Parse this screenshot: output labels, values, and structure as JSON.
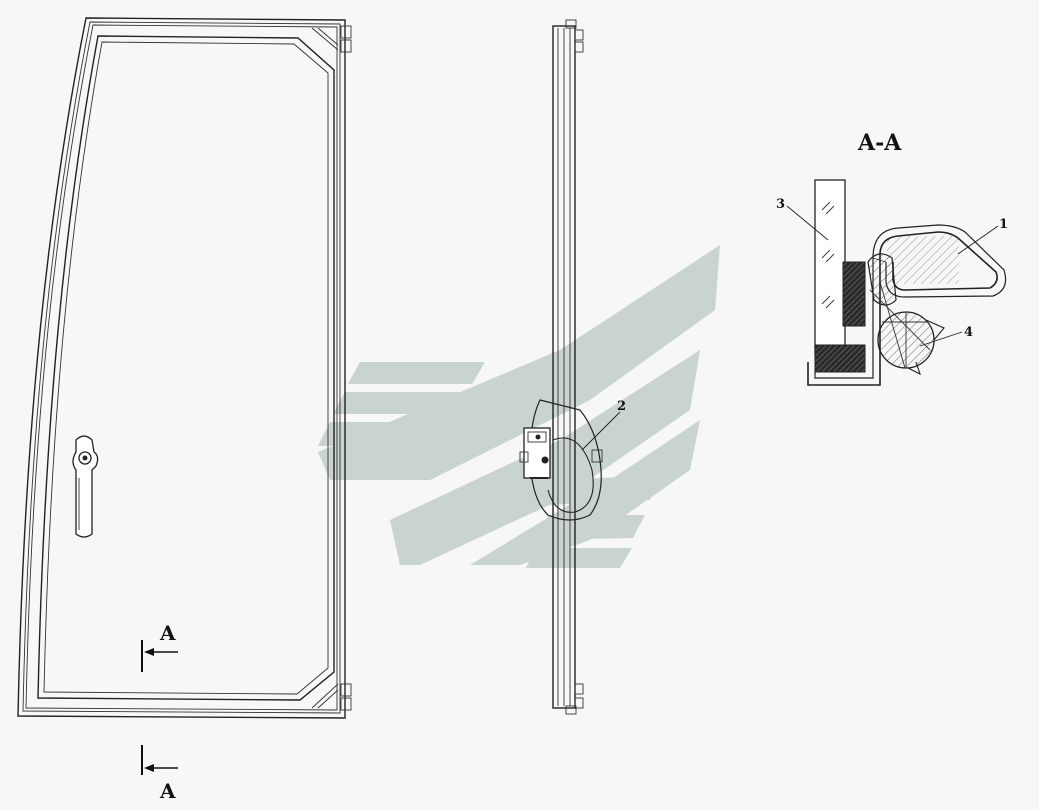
{
  "section_title": "A-A",
  "section_marks": {
    "top": "A",
    "bottom": "A"
  },
  "callouts": {
    "c1": "1",
    "c2": "2",
    "c3": "3",
    "c4": "4"
  },
  "colors": {
    "line": "#222222",
    "background": "#f7f7f7",
    "watermark": "#c9d3d0",
    "seal_hatch": "#3a3a3a"
  },
  "icons": {
    "handle": "door-handle-icon",
    "lock": "lock-bracket-icon",
    "watermark": "brand-watermark-logo"
  }
}
